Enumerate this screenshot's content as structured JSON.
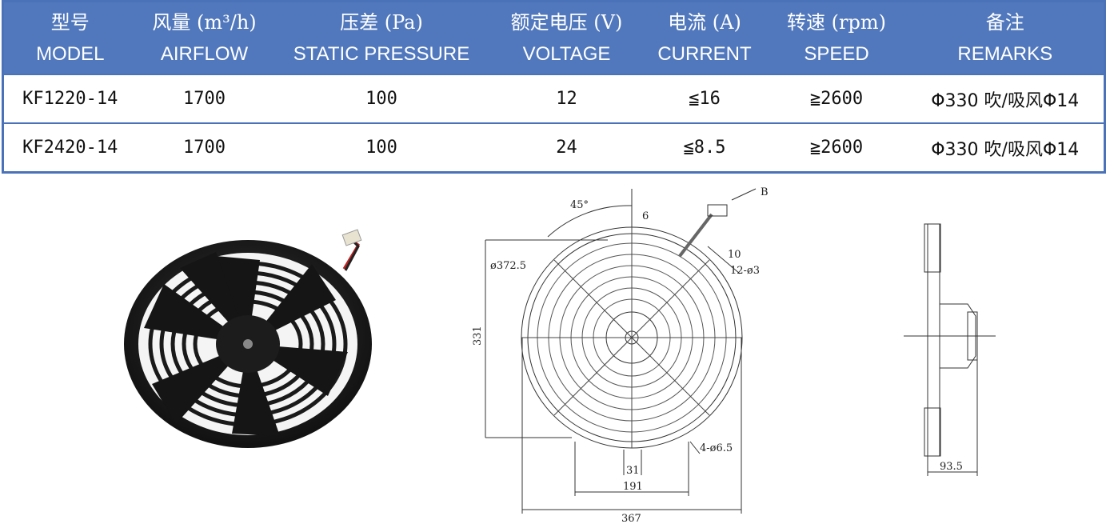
{
  "table": {
    "headers": [
      {
        "zh": "型号",
        "en": "MODEL"
      },
      {
        "zh": "风量 (m³/h)",
        "en": "AIRFLOW"
      },
      {
        "zh": "压差 (Pa)",
        "en": "STATIC PRESSURE"
      },
      {
        "zh": "额定电压 (V)",
        "en": "VOLTAGE"
      },
      {
        "zh": "电流 (A)",
        "en": "CURRENT"
      },
      {
        "zh": "转速 (rpm)",
        "en": "SPEED"
      },
      {
        "zh": "备注",
        "en": "REMARKS"
      }
    ],
    "rows": [
      {
        "model": "KF1220-14",
        "airflow": "1700",
        "pressure": "100",
        "voltage": "12",
        "current": "≦16",
        "speed": "≧2600",
        "remarks": "Φ330 吹/吸风Φ14"
      },
      {
        "model": "KF2420-14",
        "airflow": "1700",
        "pressure": "100",
        "voltage": "24",
        "current": "≦8.5",
        "speed": "≧2600",
        "remarks": "Φ330 吹/吸风Φ14"
      }
    ]
  },
  "drawing": {
    "angle": "45°",
    "connector": "B",
    "slot_width": "6",
    "outer_diameter": "ø372.5",
    "tab": "10",
    "holes_top": "12-ø3",
    "height": "331",
    "mount_holes": "4-ø6.5",
    "center_width": "31",
    "mount_spacing": "191",
    "overall_width": "367",
    "depth": "93.5"
  },
  "colors": {
    "header_bg": "#5178bd",
    "border": "#4a72b8"
  }
}
